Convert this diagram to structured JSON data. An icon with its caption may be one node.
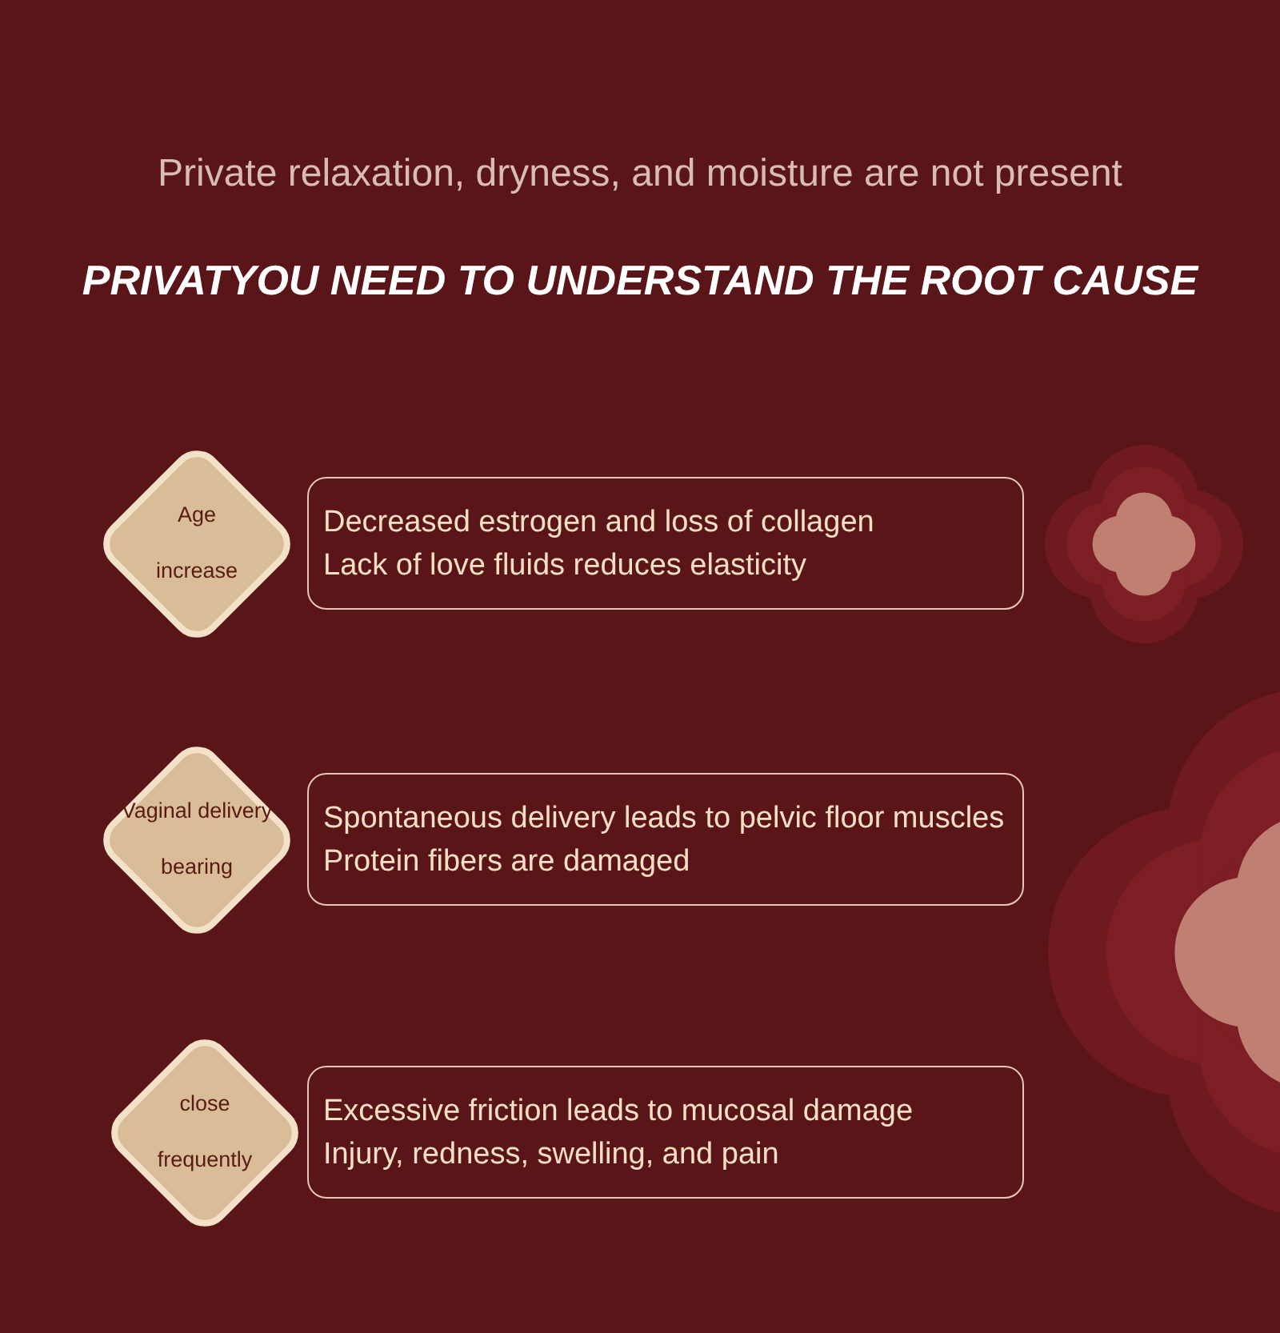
{
  "diagram": {
    "title": "PRIVATYOU NEED TO UNDERSTAND THE ROOT CAUSE",
    "nodes": [
      {
        "text": [
          "Age",
          "increase"
        ]
      },
      {
        "text": [
          "Decreased estrogen and loss of collagen",
          "Lack of love fluids reduces elasticity"
        ]
      },
      {
        "text": [
          "Vaginal delivery",
          "bearing"
        ]
      },
      {
        "text": [
          "Spontaneous delivery leads to pelvic floor muscles",
          "Protein fibers are damaged"
        ]
      },
      {
        "text": [
          "close",
          "frequently"
        ]
      },
      {
        "text": [
          "Excessive friction leads to mucosal damage",
          "Injury, redness, swelling, and pain"
        ]
      }
    ],
    "labels": [
      "Private relaxation, dryness, and moisture are not present"
    ]
  }
}
